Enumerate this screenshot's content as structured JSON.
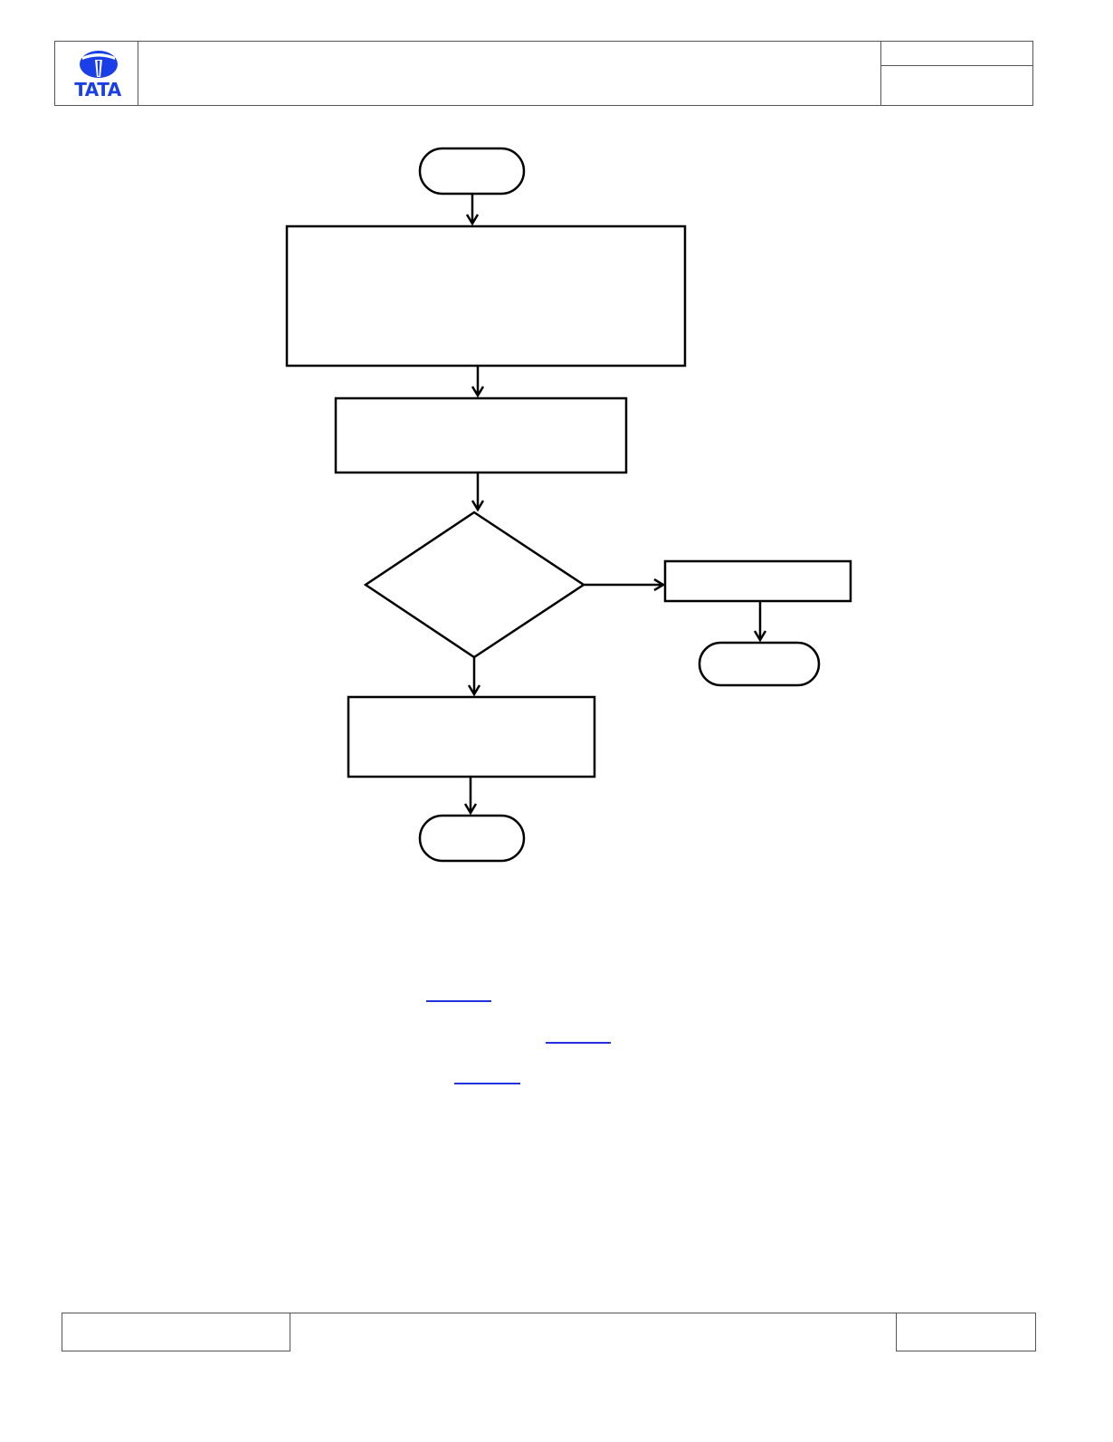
{
  "header": {
    "logo_text": "TATA",
    "brand_color": "#1a3fe6"
  },
  "flowchart": {
    "nodes": [
      {
        "id": "start",
        "shape": "terminator",
        "text": ""
      },
      {
        "id": "step1",
        "shape": "process",
        "text": ""
      },
      {
        "id": "step2",
        "shape": "process",
        "text": ""
      },
      {
        "id": "decision",
        "shape": "decision",
        "text": ""
      },
      {
        "id": "branch-process",
        "shape": "process",
        "text": ""
      },
      {
        "id": "branch-end",
        "shape": "terminator",
        "text": ""
      },
      {
        "id": "step3",
        "shape": "process",
        "text": ""
      },
      {
        "id": "end",
        "shape": "terminator",
        "text": ""
      }
    ]
  },
  "links": [
    {
      "text": ""
    },
    {
      "text": ""
    },
    {
      "text": ""
    }
  ],
  "link_color": "#2233dd"
}
